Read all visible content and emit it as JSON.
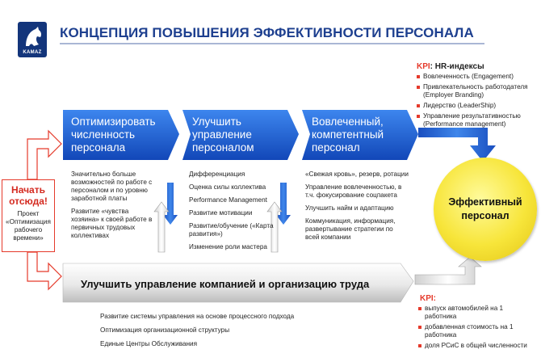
{
  "header": {
    "logo_text": "KAMAZ",
    "title": "КОНЦЕПЦИЯ ПОВЫШЕНИЯ ЭФФЕКТИВНОСТИ ПЕРСОНАЛА"
  },
  "colors": {
    "title_blue": "#1d3f8f",
    "arrow_blue": "#1a5fd0",
    "accent_red": "#e53a2b",
    "circle_yellow": "#f7e53a"
  },
  "kpi_top": {
    "label_red": "KPI",
    "label_rest": ": HR-индексы",
    "items": [
      "Вовлеченность (Engagement)",
      "Привлекательность работодателя (Employer Branding)",
      "Лидерство (LeaderShip)",
      "Управление результативностью (Performance management)"
    ]
  },
  "arrows": [
    {
      "label": "Оптимизировать численность персонала"
    },
    {
      "label": "Улучшить управление персоналом"
    },
    {
      "label": "Вовлеченный, компетентный персонал"
    }
  ],
  "start": {
    "title": "Начать отсюда!",
    "subtitle": "Проект «Оптимизация рабочего времени»"
  },
  "columns": {
    "col1": [
      "Значительно больше возможностей по работе с персоналом и по уровню заработной платы",
      "Развитие «чувства хозяина» к своей работе в первичных трудовых коллективах"
    ],
    "col2": [
      "Дифференциация",
      "Оценка силы коллектива",
      "Performance Management",
      "Развитие мотивации",
      "Развитие/обучение («Карта развития»)",
      "Изменение роли мастера"
    ],
    "col3": [
      "«Свежая кровь», резерв, ротации",
      "Управление вовлеченностью, в т.ч. фокусирование соцпакета",
      "Улучшить найм и адаптацию",
      "Коммуникация, информация, развертывание стратегии по всей компании"
    ]
  },
  "effective": "Эффективный персонал",
  "bottom": {
    "label": "Улучшить управление компанией и организацию труда",
    "items": [
      "Развитие системы управления на основе процессного подхода",
      "Оптимизация организационной структуры",
      "Единые Центры Обслуживания"
    ]
  },
  "kpi_bottom": {
    "label": "KPI:",
    "items": [
      "выпуск автомобилей на 1 работника",
      "добавленная стоимость на 1 работника",
      "доля РСиС в общей численности"
    ]
  }
}
